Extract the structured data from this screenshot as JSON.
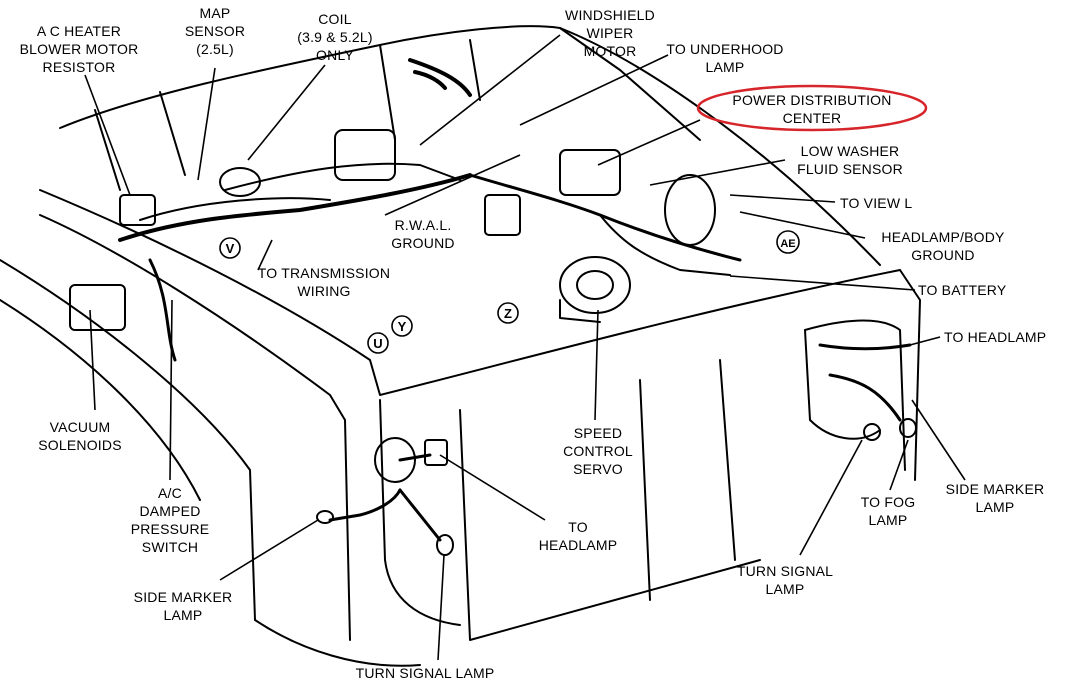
{
  "highlight_color": "#d6262b",
  "labels": {
    "ac_heater_resistor": [
      "A C HEATER",
      "BLOWER MOTOR",
      "RESISTOR"
    ],
    "map_sensor": [
      "MAP",
      "SENSOR",
      "(2.5L)"
    ],
    "coil": [
      "COIL",
      "(3.9 & 5.2L)",
      "ONLY"
    ],
    "wiper_motor": [
      "WINDSHIELD",
      "WIPER",
      "MOTOR"
    ],
    "underhood_lamp": [
      "TO UNDERHOOD",
      "LAMP"
    ],
    "power_distribution": [
      "POWER DISTRIBUTION",
      "CENTER"
    ],
    "low_washer": [
      "LOW WASHER",
      "FLUID SENSOR"
    ],
    "to_view_l": [
      "TO VIEW L"
    ],
    "headlamp_body_ground": [
      "HEADLAMP/BODY",
      "GROUND"
    ],
    "to_battery": [
      "TO BATTERY"
    ],
    "to_headlamp_right": [
      "TO HEADLAMP"
    ],
    "rwal_ground": [
      "R.W.A.L.",
      "GROUND"
    ],
    "to_transmission": [
      "TO TRANSMISSION",
      "WIRING"
    ],
    "vacuum_solenoids": [
      "VACUUM",
      "SOLENOIDS"
    ],
    "ac_damped": [
      "A/C",
      "DAMPED",
      "PRESSURE",
      "SWITCH"
    ],
    "speed_control": [
      "SPEED",
      "CONTROL",
      "SERVO"
    ],
    "to_headlamp_center": [
      "TO",
      "HEADLAMP"
    ],
    "side_marker_left": [
      "SIDE MARKER",
      "LAMP"
    ],
    "turn_signal_bottom": [
      "TURN SIGNAL LAMP"
    ],
    "turn_signal_right": [
      "TURN SIGNAL",
      "LAMP"
    ],
    "to_fog": [
      "TO FOG",
      "LAMP"
    ],
    "side_marker_right": [
      "SIDE MARKER",
      "LAMP"
    ]
  },
  "view_markers": [
    "V",
    "U",
    "Y",
    "Z",
    "AE"
  ]
}
